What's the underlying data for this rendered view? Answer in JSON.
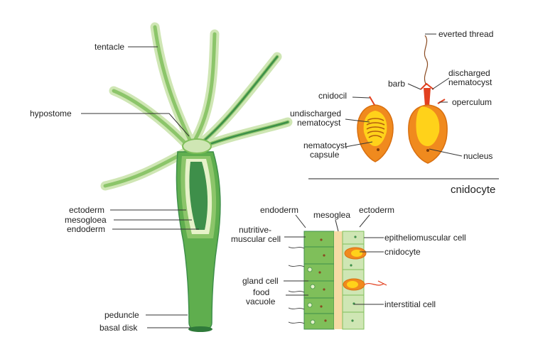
{
  "colors": {
    "green_light": "#cfe6b4",
    "green_mid": "#7fbf5a",
    "green_dark": "#3e8f4a",
    "green_deep": "#2f7a3a",
    "orange": "#f08a1e",
    "orange_light": "#f7b14a",
    "yellow": "#ffd21a",
    "red": "#e2401f",
    "label_text": "#222222",
    "leader": "#333333"
  },
  "hydra": {
    "labels": {
      "tentacle": "tentacle",
      "hypostome": "hypostome",
      "ectoderm": "ectoderm",
      "mesogloea": "mesogloea",
      "endoderm": "endoderm",
      "peduncle": "peduncle",
      "basal_disk": "basal disk"
    }
  },
  "cnidocyte": {
    "title": "cnidocyte",
    "labels": {
      "everted_thread": "everted thread",
      "barb": "barb",
      "discharged_line1": "discharged",
      "discharged_line2": "nematocyst",
      "cnidocil": "cnidocil",
      "undischarged_line1": "undischarged",
      "undischarged_line2": "nematocyst",
      "operculum": "operculum",
      "capsule_line1": "nematocyst",
      "capsule_line2": "capsule",
      "nucleus": "nucleus"
    }
  },
  "tissue": {
    "labels": {
      "endoderm": "endoderm",
      "mesoglea": "mesoglea",
      "ectoderm": "ectoderm",
      "nutritive_line1": "nutritive-",
      "nutritive_line2": "muscular cell",
      "epitheliomuscular": "epitheliomuscular cell",
      "cnidocyte": "cnidocyte",
      "gland_cell": "gland cell",
      "food_line1": "food",
      "food_line2": "vacuole",
      "interstitial": "interstitial cell"
    }
  }
}
